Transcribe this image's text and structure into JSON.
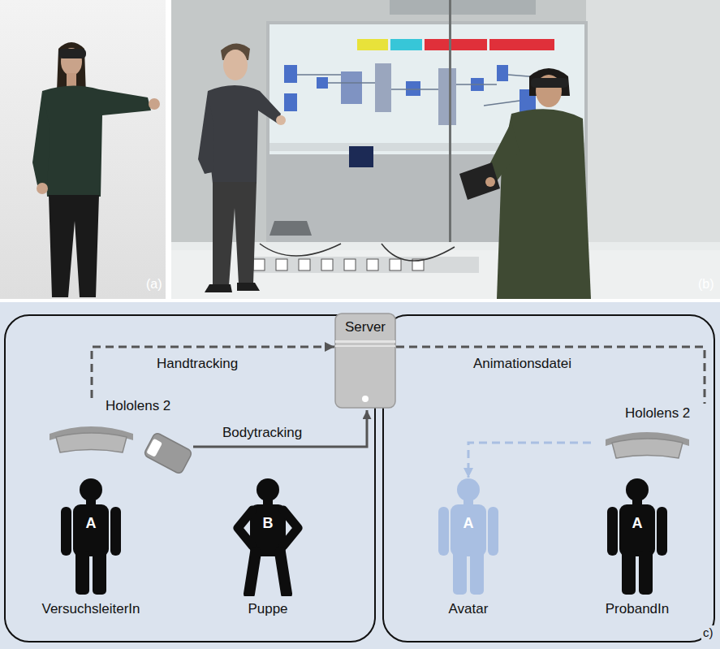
{
  "diagram": {
    "nodes": [
      {
        "text": [
          "Server"
        ]
      },
      {
        "text": [
          "Hololens 2"
        ]
      },
      {
        "text": [
          "Hololens 2"
        ]
      },
      {
        "text": [
          "A",
          "VersuchsleiterIn"
        ]
      },
      {
        "text": [
          "B",
          "Puppe"
        ]
      },
      {
        "text": [
          "A",
          "Avatar"
        ]
      },
      {
        "text": [
          "A",
          "ProbandIn"
        ]
      }
    ],
    "edges": [
      {
        "from": 1,
        "to": 0,
        "arrow": "to",
        "label": "Handtracking"
      },
      {
        "from": 0,
        "to": 2,
        "arrow": "none",
        "label": "Animationsdatei"
      },
      {
        "from": 2,
        "to": 5,
        "arrow": "to"
      }
    ],
    "labels": [
      "(a)",
      "(b)",
      "Bodytracking",
      "c)"
    ]
  }
}
